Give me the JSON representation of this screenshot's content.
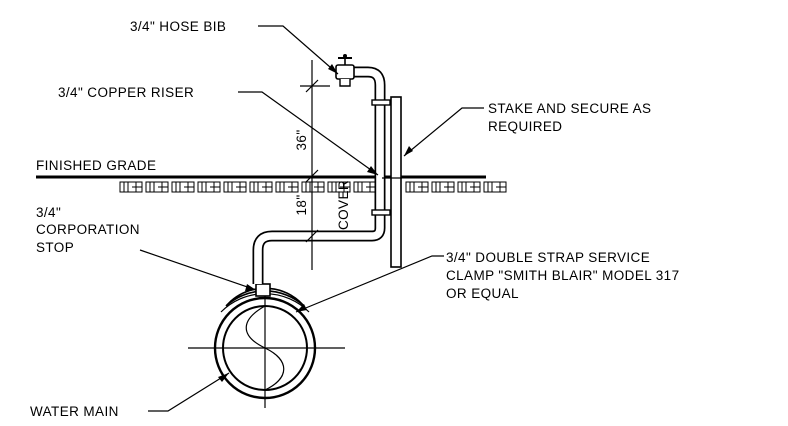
{
  "labels": {
    "hose_bib": "3/4\" HOSE BIB",
    "copper_riser": "3/4\" COPPER RISER",
    "stake": [
      "STAKE AND SECURE AS",
      "REQUIRED"
    ],
    "finished_grade": "FINISHED GRADE",
    "corporation_stop": [
      "3/4\"",
      "CORPORATION",
      "STOP"
    ],
    "service_clamp": [
      "3/4\" DOUBLE STRAP SERVICE",
      "CLAMP \"SMITH BLAIR\" MODEL 317",
      "OR EQUAL"
    ],
    "water_main": "WATER MAIN"
  },
  "dimensions": {
    "riser_height": "36\"",
    "cover_depth": "18\"",
    "cover_word": "COVER"
  }
}
